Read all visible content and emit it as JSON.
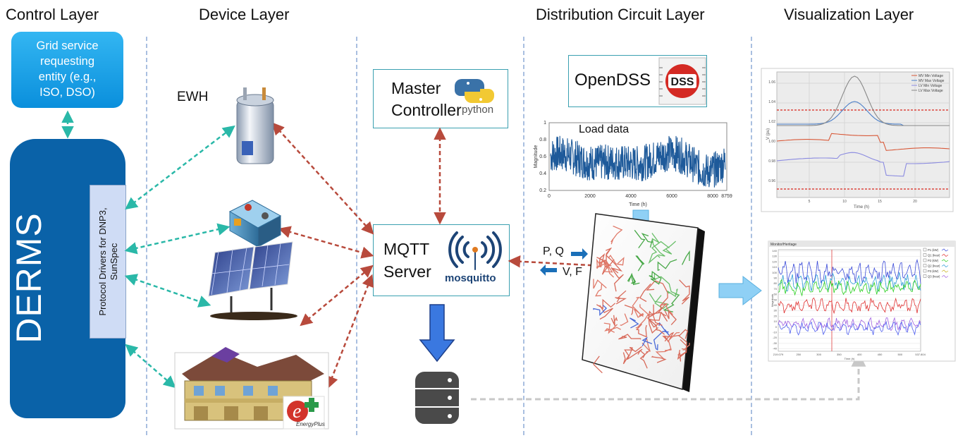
{
  "layers": {
    "control": "Control Layer",
    "device": "Device Layer",
    "distribution": "Distribution Circuit Layer",
    "visualization": "Visualization Layer"
  },
  "control": {
    "grid_entity": [
      "Grid service",
      "requesting",
      "entity (e.g.,",
      "ISO, DSO)"
    ],
    "derms": "DERMS",
    "drivers": [
      "Protocol Drivers for DNP3,",
      "SunSpec"
    ]
  },
  "devices": {
    "ewh_label": "EWH",
    "energyplus_logo": "EnergyPlus"
  },
  "controller": {
    "master_lines": [
      "Master",
      "Controller"
    ],
    "python_logo_text": "python",
    "mqtt_lines": [
      "MQTT",
      "Server"
    ],
    "mosquitto_logo_text": "mosquitto"
  },
  "distribution": {
    "opendss_label": "OpenDSS",
    "dss_logo_text": "DSS",
    "pq_label": "P, Q",
    "vf_label": "V, F"
  },
  "load_chart": {
    "title": "Load data",
    "ylabel": "Magnitude",
    "xlabel": "Time (h)",
    "xticks": [
      "0",
      "2000",
      "4000",
      "6000",
      "8000",
      "8759"
    ],
    "yticks": [
      "0.2",
      "0.4",
      "0.6",
      "0.8",
      "1"
    ]
  },
  "voltage_chart": {
    "ylabel": "V (pu)",
    "xlabel": "Time (h)",
    "yticks": [
      "0.96",
      "0.98",
      "1.00",
      "1.02",
      "1.04",
      "1.06"
    ],
    "xticks": [
      "5",
      "10",
      "15",
      "20"
    ],
    "legend": [
      "MV Min Voltage",
      "MV Max Voltage",
      "LV Min Voltage",
      "LV Max Voltage"
    ]
  },
  "power_chart": {
    "title": "Monitor/Heritage",
    "ylabel": "Magnitude",
    "xlabel": "Time (h)",
    "legend": [
      "P1 (kW)",
      "Q1 (kvar)",
      "P2 (kW)",
      "Q2 (kvar)",
      "P3 (kW)",
      "Q3 (kvar)"
    ],
    "yticks": [
      "140",
      "130",
      "120",
      "110",
      "100",
      "90",
      "80",
      "70",
      "60",
      "50",
      "40",
      "30",
      "20",
      "10",
      "0",
      "-10",
      "-20",
      "-30",
      "-40"
    ],
    "xticks": [
      "219.079",
      "250",
      "300",
      "350",
      "400",
      "450",
      "500",
      "537.804"
    ]
  },
  "colors": {
    "derms_blue": "#0a62a8",
    "grid_entity_blue": "#1aa3e8",
    "teal_arrow": "#2ab8a8",
    "red_arrow": "#b84a3c",
    "database_arrow": "#3a78e0",
    "light_blue_arrow": "#8fd0f5",
    "box_border": "#3aa0b0"
  }
}
